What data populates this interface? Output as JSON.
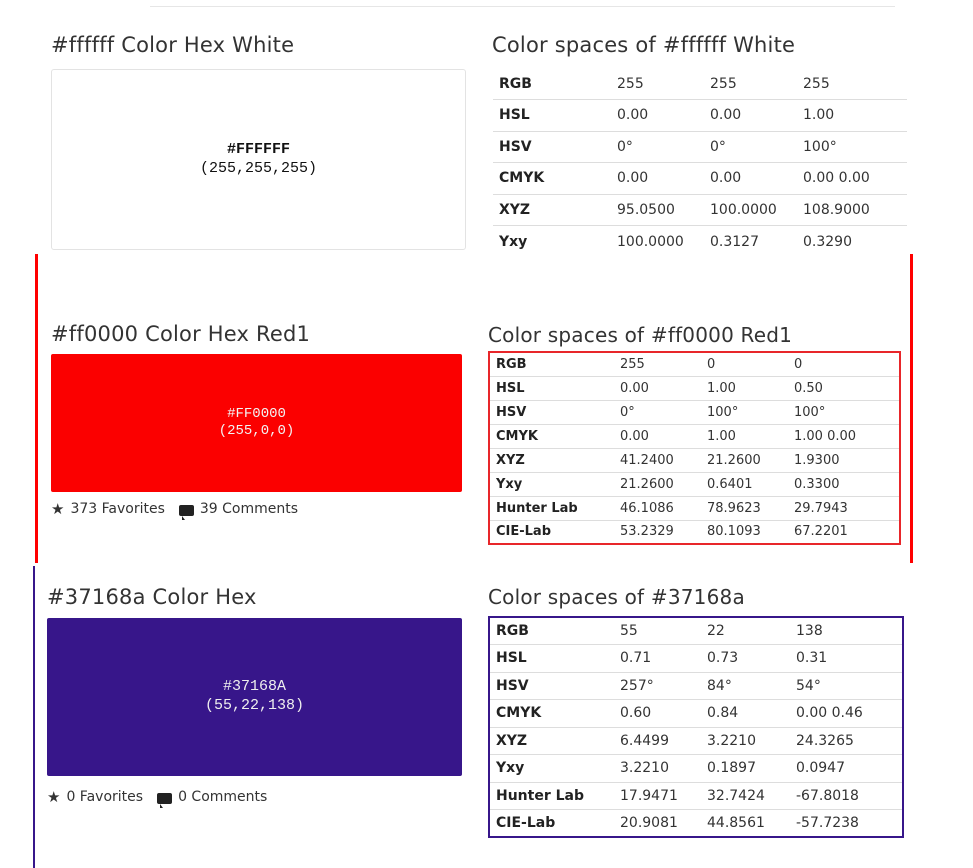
{
  "colors": {
    "white": "#ffffff",
    "red": "#fb0000",
    "purple": "#37168a",
    "red_border": "#e8262a",
    "purple_border": "#37168a"
  },
  "sections": [
    {
      "heading": "#ffffff Color Hex White",
      "swatch_hex": "#FFFFFF",
      "swatch_rgb": "(255,255,255)",
      "table_heading": "Color spaces of #ffffff White",
      "rows": [
        {
          "label": "RGB",
          "c1": "255",
          "c2": "255",
          "c3": "255"
        },
        {
          "label": "HSL",
          "c1": "0.00",
          "c2": "0.00",
          "c3": "1.00"
        },
        {
          "label": "HSV",
          "c1": "0°",
          "c2": "0°",
          "c3": "100°"
        },
        {
          "label": "CMYK",
          "c1": "0.00",
          "c2": "0.00",
          "c3": "0.00   0.00"
        },
        {
          "label": "XYZ",
          "c1": "95.0500",
          "c2": "100.0000",
          "c3": "108.9000"
        },
        {
          "label": "Yxy",
          "c1": "100.0000",
          "c2": "0.3127",
          "c3": "0.3290"
        }
      ]
    },
    {
      "heading": "#ff0000 Color Hex Red1",
      "swatch_hex": "#FF0000",
      "swatch_rgb": "(255,0,0)",
      "favorites": "373 Favorites",
      "comments": "39 Comments",
      "table_heading": "Color spaces of #ff0000 Red1",
      "rows": [
        {
          "label": "RGB",
          "c1": "255",
          "c2": "0",
          "c3": "0"
        },
        {
          "label": "HSL",
          "c1": "0.00",
          "c2": "1.00",
          "c3": "0.50"
        },
        {
          "label": "HSV",
          "c1": "0°",
          "c2": "100°",
          "c3": "100°"
        },
        {
          "label": "CMYK",
          "c1": "0.00",
          "c2": "1.00",
          "c3": "1.00   0.00"
        },
        {
          "label": "XYZ",
          "c1": "41.2400",
          "c2": "21.2600",
          "c3": "1.9300"
        },
        {
          "label": "Yxy",
          "c1": "21.2600",
          "c2": "0.6401",
          "c3": "0.3300"
        },
        {
          "label": "Hunter Lab",
          "c1": "46.1086",
          "c2": "78.9623",
          "c3": "29.7943"
        },
        {
          "label": "CIE-Lab",
          "c1": "53.2329",
          "c2": "80.1093",
          "c3": "67.2201"
        }
      ]
    },
    {
      "heading": "#37168a Color Hex",
      "swatch_hex": "#37168A",
      "swatch_rgb": "(55,22,138)",
      "favorites": "0 Favorites",
      "comments": "0 Comments",
      "table_heading": "Color spaces of #37168a",
      "rows": [
        {
          "label": "RGB",
          "c1": "55",
          "c2": "22",
          "c3": "138"
        },
        {
          "label": "HSL",
          "c1": "0.71",
          "c2": "0.73",
          "c3": "0.31"
        },
        {
          "label": "HSV",
          "c1": "257°",
          "c2": "84°",
          "c3": "54°"
        },
        {
          "label": "CMYK",
          "c1": "0.60",
          "c2": "0.84",
          "c3": "0.00   0.46"
        },
        {
          "label": "XYZ",
          "c1": "6.4499",
          "c2": "3.2210",
          "c3": "24.3265"
        },
        {
          "label": "Yxy",
          "c1": "3.2210",
          "c2": "0.1897",
          "c3": "0.0947"
        },
        {
          "label": "Hunter Lab",
          "c1": "17.9471",
          "c2": "32.7424",
          "c3": "-67.8018"
        },
        {
          "label": "CIE-Lab",
          "c1": "20.9081",
          "c2": "44.8561",
          "c3": "-57.7238"
        }
      ]
    }
  ]
}
